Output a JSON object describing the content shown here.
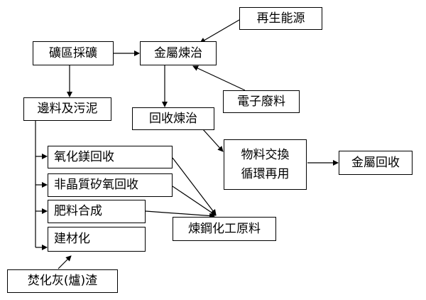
{
  "diagram": {
    "nodes": {
      "renewable_energy": "再生能源",
      "mining": "礦區採礦",
      "metal_smelting": "金屬煉治",
      "e_waste": "電子廢料",
      "scrap_sludge": "邊料及污泥",
      "recycle_smelting": "回收煉治",
      "material_exchange_line1": "物料交換",
      "material_exchange_line2": "循環再用",
      "metal_recovery": "金屬回收",
      "mgo_recovery": "氧化鎂回收",
      "amorphous_silica": "非晶質矽氧回收",
      "fertilizer": "肥料合成",
      "building_material": "建材化",
      "steel_raw_material": "煉鋼化工原料",
      "incinerator_ash": "焚化灰(爐)渣"
    }
  }
}
